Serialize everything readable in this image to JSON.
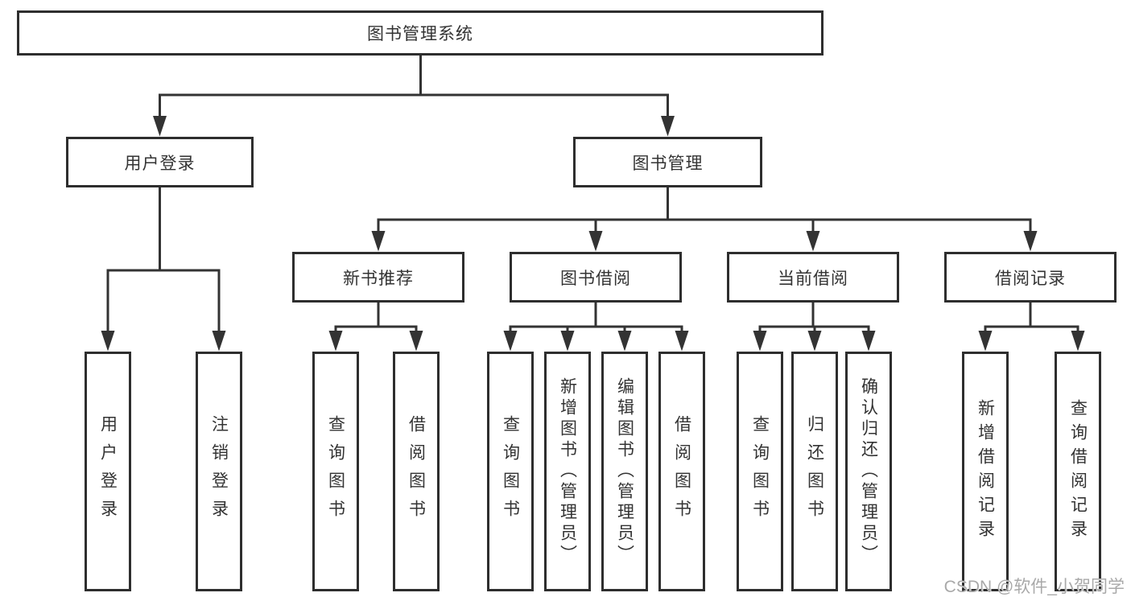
{
  "diagram": {
    "type": "functional-structure-tree",
    "hierarchy": {
      "label": "图书管理系统",
      "children": [
        {
          "label": "用户登录",
          "children": [
            {
              "label": "用户登录"
            },
            {
              "label": "注销登录"
            }
          ]
        },
        {
          "label": "图书管理",
          "children": [
            {
              "label": "新书推荐",
              "children": [
                {
                  "label": "查询图书"
                },
                {
                  "label": "借阅图书"
                }
              ]
            },
            {
              "label": "图书借阅",
              "children": [
                {
                  "label": "查询图书"
                },
                {
                  "label": "新增图书（管理员）"
                },
                {
                  "label": "编辑图书（管理员）"
                },
                {
                  "label": "借阅图书"
                }
              ]
            },
            {
              "label": "当前借阅",
              "children": [
                {
                  "label": "查询图书"
                },
                {
                  "label": "归还图书"
                },
                {
                  "label": "确认归还（管理员）"
                }
              ]
            },
            {
              "label": "借阅记录",
              "children": [
                {
                  "label": "新增借阅记录"
                },
                {
                  "label": "查询借阅记录"
                }
              ]
            }
          ]
        }
      ]
    }
  },
  "watermark": {
    "text": "CSDN @软件_小贺同学"
  },
  "colors": {
    "line": "#333333",
    "box_border": "#2e2e2e",
    "box_fill": "#ffffff",
    "text": "#333333",
    "watermark_text": "#a9a9a9"
  }
}
